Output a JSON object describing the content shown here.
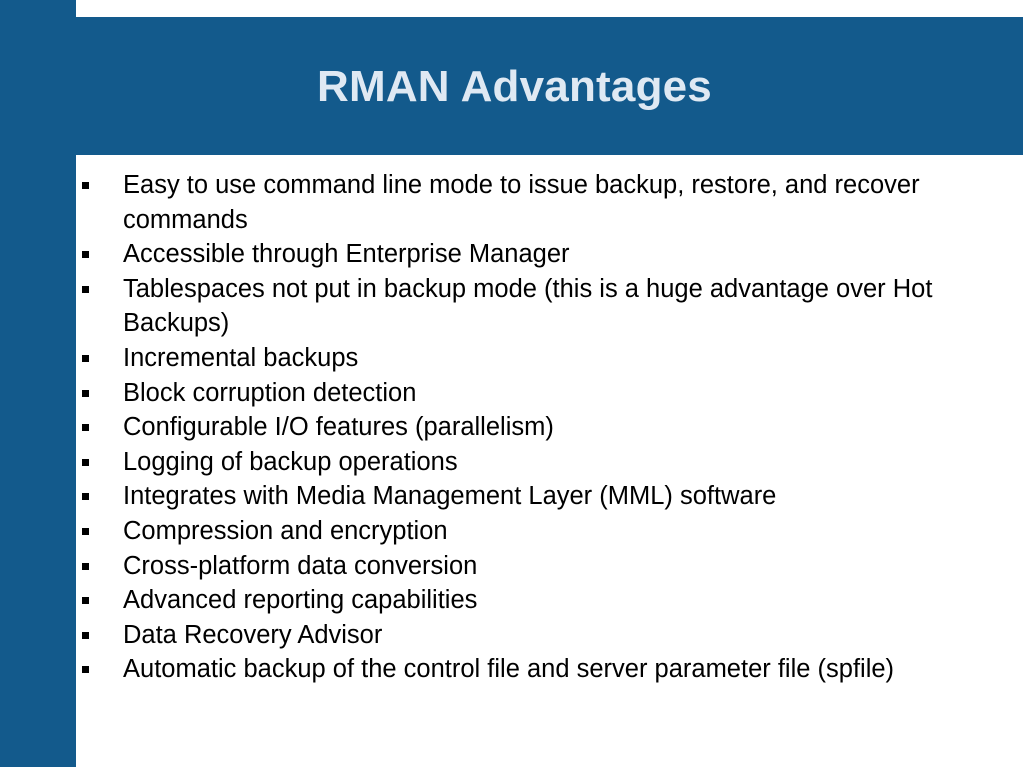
{
  "slide": {
    "title": "RMAN Advantages",
    "bullets": [
      "Easy to use command line mode to issue backup, restore, and recover commands",
      "Accessible through Enterprise Manager",
      "Tablespaces not put in backup mode (this is a huge advantage over Hot Backups)",
      "Incremental backups",
      "Block corruption detection",
      "Configurable I/O features (parallelism)",
      "Logging of backup operations",
      "Integrates with Media Management Layer (MML) software",
      "Compression and encryption",
      "Cross-platform data conversion",
      "Advanced reporting capabilities",
      "Data Recovery Advisor",
      "Automatic backup of the control file and server parameter file (spfile)"
    ]
  },
  "colors": {
    "band": "#135a8c",
    "title_text": "#dfe9f3",
    "body_text": "#000000",
    "background": "#ffffff"
  },
  "icons": {
    "bullet": "square-bullet-icon"
  }
}
